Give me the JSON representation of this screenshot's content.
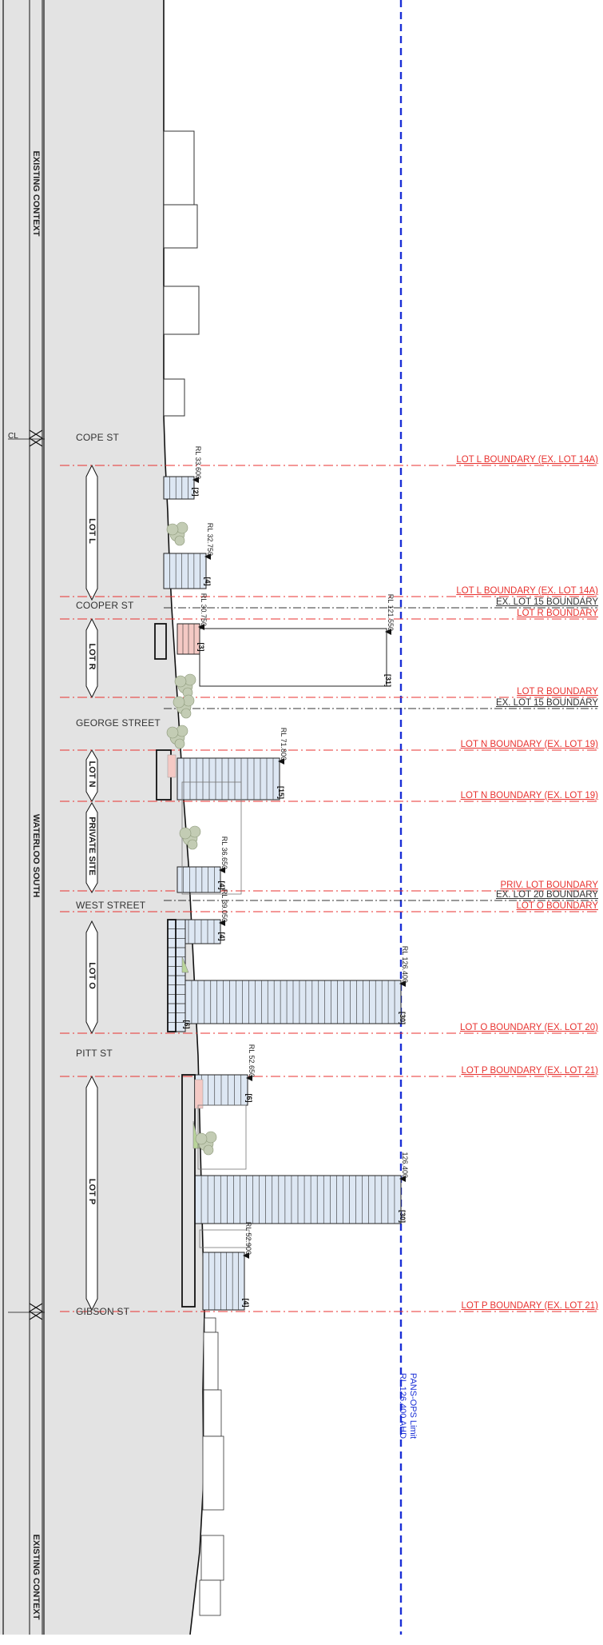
{
  "bands": {
    "top": "EXISTING CONTEXT",
    "middle": "WATERLOO SOUTH",
    "bottom": "EXISTING CONTEXT"
  },
  "centreline_symbol": "CL",
  "streets": [
    "COPE ST",
    "COOPER ST",
    "GEORGE STREET",
    "WEST STREET",
    "PITT ST",
    "GIBSON ST"
  ],
  "lots": [
    {
      "label": "LOT L"
    },
    {
      "label": "LOT R"
    },
    {
      "label": "LOT N"
    },
    {
      "label": "PRIVATE SITE"
    },
    {
      "label": "LOT O"
    },
    {
      "label": "LOT P"
    }
  ],
  "boundaries": [
    {
      "text": "LOT L BOUNDARY (EX. LOT 14A)",
      "color": "#e8322f"
    },
    {
      "text": "LOT L BOUNDARY (EX. LOT 14A)",
      "color": "#e8322f"
    },
    {
      "text": "EX. LOT 15 BOUNDARY",
      "color": "#333333"
    },
    {
      "text": "LOT R BOUNDARY",
      "color": "#e8322f"
    },
    {
      "text": "LOT R BOUNDARY",
      "color": "#e8322f"
    },
    {
      "text": "EX. LOT 15 BOUNDARY",
      "color": "#333333"
    },
    {
      "text": "LOT N BOUNDARY (EX. LOT 19)",
      "color": "#e8322f"
    },
    {
      "text": "LOT N BOUNDARY (EX. LOT 19)",
      "color": "#e8322f"
    },
    {
      "text": "PRIV. LOT BOUNDARY",
      "color": "#e8322f"
    },
    {
      "text": "EX. LOT 20 BOUNDARY",
      "color": "#333333"
    },
    {
      "text": "LOT O BOUNDARY",
      "color": "#e8322f"
    },
    {
      "text": "LOT O BOUNDARY (EX. LOT 20)",
      "color": "#e8322f"
    },
    {
      "text": "LOT P BOUNDARY (EX. LOT 21)",
      "color": "#e8322f"
    },
    {
      "text": "LOT P BOUNDARY (EX. LOT 21)",
      "color": "#e8322f"
    }
  ],
  "buildings": [
    {
      "rl": "RL 33.600",
      "storeys": "2"
    },
    {
      "rl": "RL 32.750",
      "storeys": "4"
    },
    {
      "rl": "RL 30.750",
      "storeys": "3"
    },
    {
      "rl": "RL 121.550",
      "storeys": "31"
    },
    {
      "rl": "RL 71.800",
      "storeys": "15"
    },
    {
      "rl": "RL 36.650",
      "storeys": "4"
    },
    {
      "rl": "RL 39.050",
      "storeys": "4"
    },
    {
      "rl": "RL 126.400",
      "storeys": "30"
    },
    {
      "rl": "",
      "storeys": "6"
    },
    {
      "rl": "RL 52.650",
      "storeys": "6"
    },
    {
      "rl": "126.400",
      "storeys": "30"
    },
    {
      "rl": "RL 52.900",
      "storeys": "4"
    }
  ],
  "pans_ops": {
    "line1": "PANS-OPS Limit",
    "line2": "RL 126.400 AHD"
  },
  "colors": {
    "boundary_red": "#e8322f",
    "pans_ops_blue": "#1a2fd6",
    "band_grey": "#e3e3e3",
    "building_fill": "#dde7f3",
    "podium_pink": "#f4c9c4",
    "tree_green": "#b9c7a2"
  }
}
